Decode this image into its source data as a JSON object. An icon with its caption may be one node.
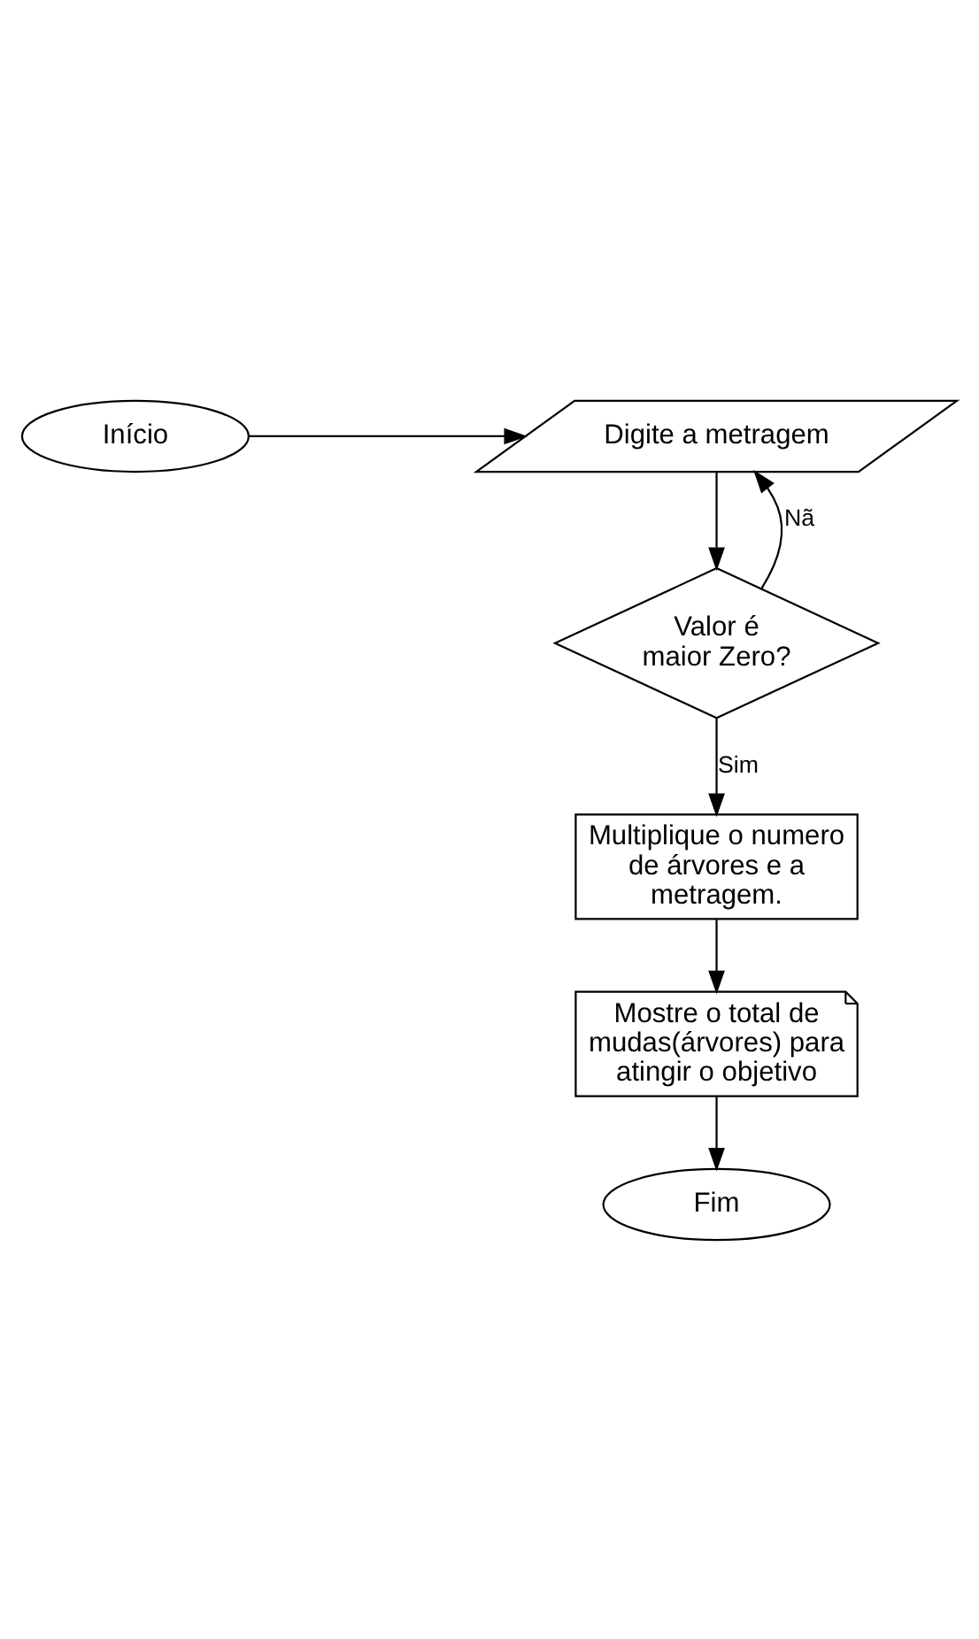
{
  "diagram": {
    "nodes": [
      {
        "text": [
          "Início"
        ]
      },
      {
        "text": [
          "Digite a metragem"
        ]
      },
      {
        "text": [
          "Valor é maior Zero?"
        ]
      },
      {
        "text": [
          "Multiplique o numero de árvores e a metragem."
        ]
      },
      {
        "text": [
          "Mostre o total de mudas(árvores) para atingir o objetivo"
        ]
      },
      {
        "text": [
          "Fim"
        ]
      }
    ],
    "edges": [
      {
        "from": 0,
        "to": 1,
        "arrow": "to"
      },
      {
        "from": 1,
        "to": 2,
        "arrow": "to"
      },
      {
        "from": 2,
        "to": 1,
        "arrow": "to",
        "label": "Nã"
      },
      {
        "from": 2,
        "to": 3,
        "arrow": "to",
        "label": "Sim"
      },
      {
        "from": 3,
        "to": 4,
        "arrow": "to"
      },
      {
        "from": 4,
        "to": 5,
        "arrow": "to"
      }
    ]
  }
}
